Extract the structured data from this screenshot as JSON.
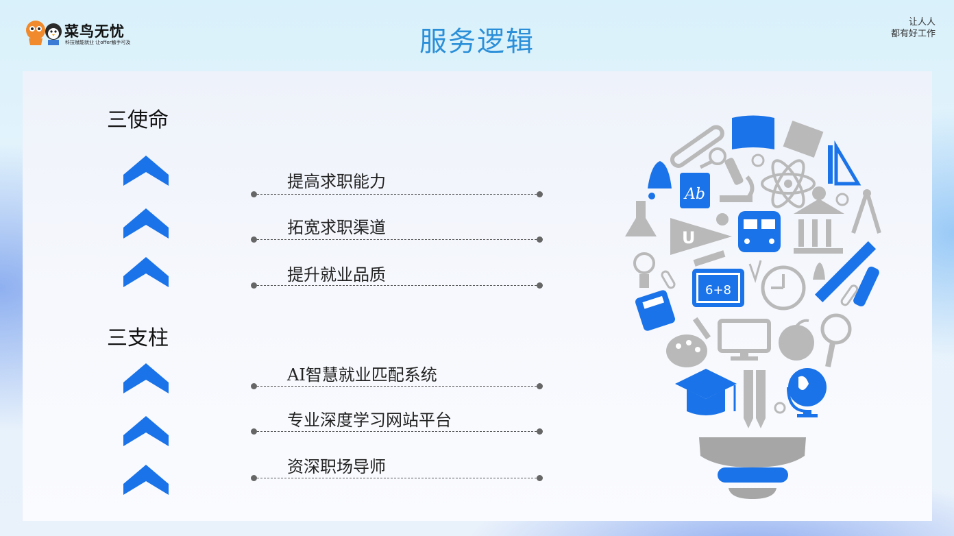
{
  "brand": {
    "name": "菜鸟无忧",
    "tagline": "科技赋能就业 让offer触手可及"
  },
  "page": {
    "title": "服务逻辑",
    "slogan_line1": "让人人",
    "slogan_line2": "都有好工作"
  },
  "sections": {
    "missions_title": "三使命",
    "pillars_title": "三支柱",
    "missions": [
      "提高求职能力",
      "拓宽求职渠道",
      "提升就业品质"
    ],
    "pillars": [
      "AI智慧就业匹配系统",
      "专业深度学习网站平台",
      "资深职场导师"
    ]
  },
  "illustration": {
    "chalkboard_text": "6+8",
    "book_text": "Ab",
    "icon_names": [
      "test-tube-icon",
      "book-icon",
      "notepad-icon",
      "ruler-triangle-icon",
      "bell-icon",
      "magnifier-icon",
      "microscope-icon",
      "atom-icon",
      "palette-icon",
      "compass-icon",
      "flask-icon",
      "pennant-icon",
      "bus-icon",
      "bank-icon",
      "bulb-icon",
      "chalkboard-icon",
      "clock-icon",
      "ruler-icon",
      "pencil-icon",
      "calculator-icon",
      "monitor-icon",
      "apple-icon",
      "graduation-cap-icon",
      "globe-icon"
    ]
  },
  "colors": {
    "accent_blue": "#1a73e8",
    "title_blue": "#2a8fd8",
    "gray_icon": "#b9b9b9"
  }
}
